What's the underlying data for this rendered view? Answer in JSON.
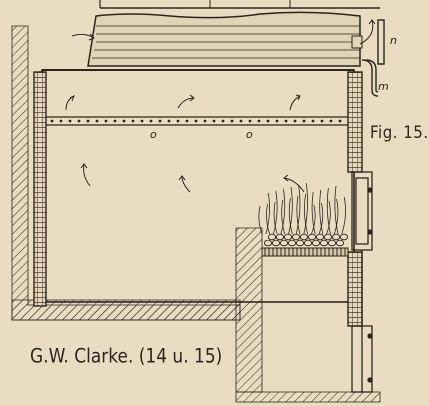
{
  "figure": {
    "label": "Fig. 15.",
    "caption": "G.W. Clarke. (14 u. 15)",
    "markers": {
      "n": "n",
      "m": "m",
      "o_left": "o",
      "o_right": "o"
    }
  }
}
